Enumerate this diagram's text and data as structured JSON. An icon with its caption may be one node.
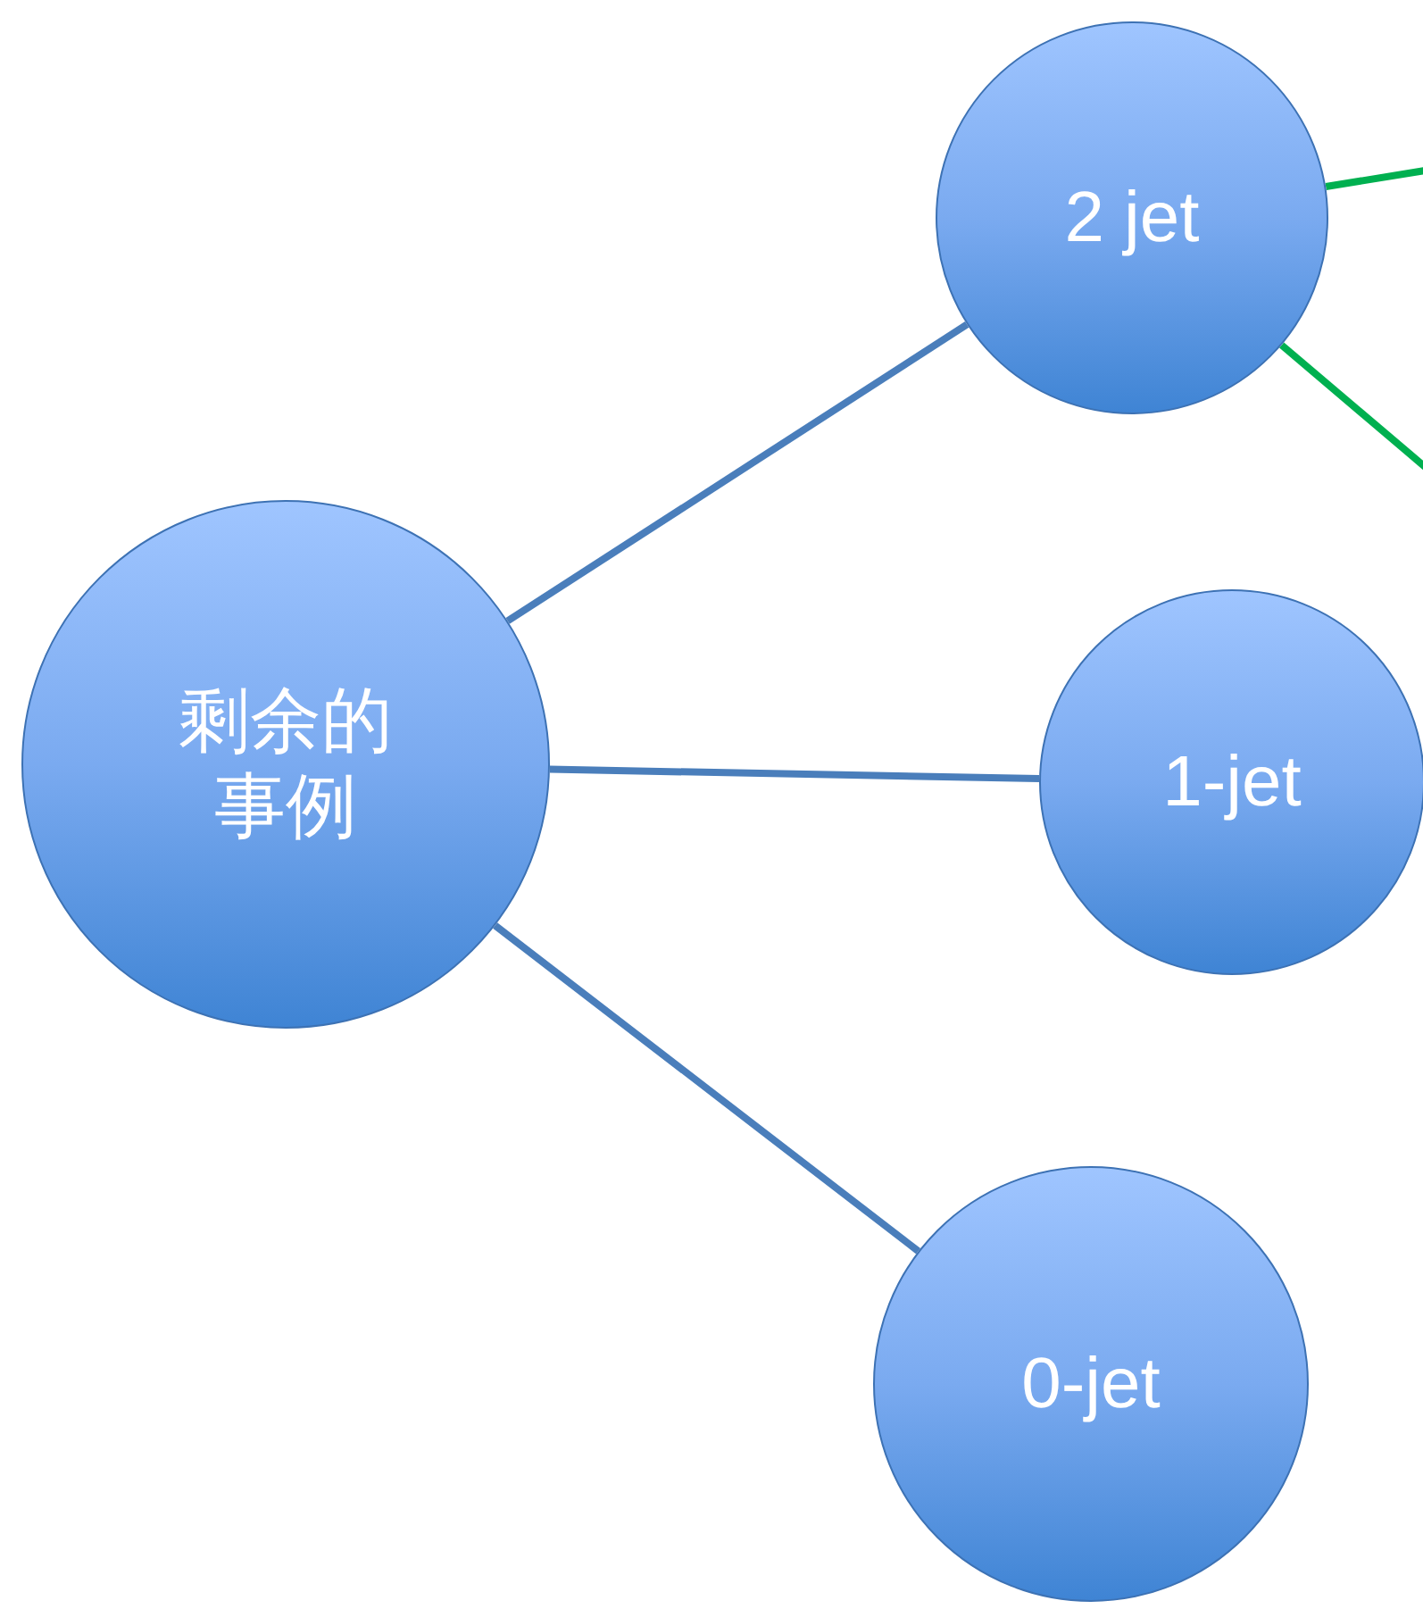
{
  "diagram": {
    "nodes": [
      {
        "text": [
          "剩余的事例"
        ]
      },
      {
        "text": [
          "2 jet"
        ]
      },
      {
        "text": [
          "1-jet"
        ]
      },
      {
        "text": [
          "0-jet"
        ]
      }
    ],
    "edges": [
      {
        "from": 0,
        "to": 1,
        "arrow": "none"
      },
      {
        "from": 0,
        "to": 2,
        "arrow": "none"
      },
      {
        "from": 0,
        "to": 3,
        "arrow": "none"
      },
      {
        "from": 1,
        "to": null,
        "arrow": "none",
        "color": "#00b050"
      },
      {
        "from": 1,
        "to": null,
        "arrow": "none",
        "color": "#00b050"
      }
    ]
  }
}
